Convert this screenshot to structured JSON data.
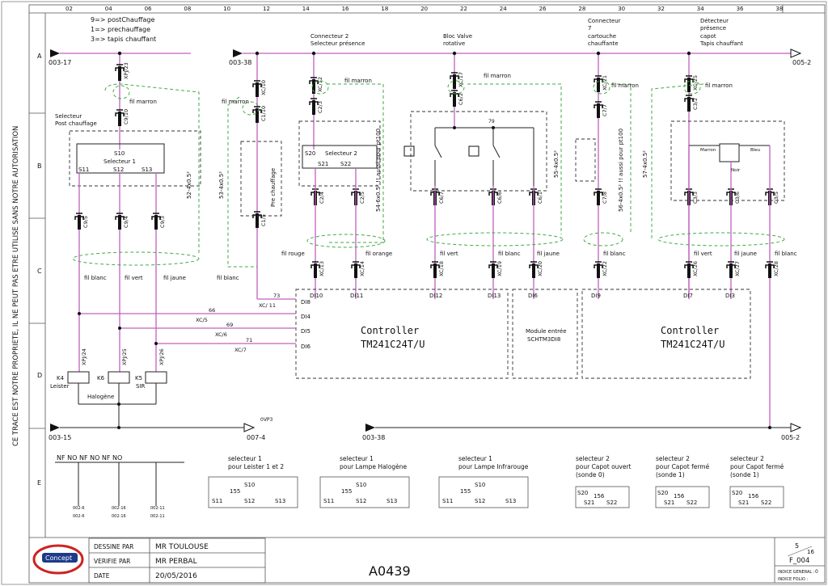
{
  "grid": {
    "cols": [
      "02",
      "04",
      "06",
      "08",
      "10",
      "12",
      "14",
      "16",
      "18",
      "20",
      "22",
      "24",
      "26",
      "28",
      "30",
      "32",
      "34",
      "36",
      "38"
    ],
    "rows": [
      "A",
      "B",
      "C",
      "D",
      "E"
    ]
  },
  "side_text": "CE TRACE EST NOTRE PROPRIETE, IL NE PEUT PAS ETRE UTILISE SANS NOTRE AUTORISATION",
  "legend": [
    "9=> postChauffage",
    "1=> prechauffage",
    "3=> tapis chauffant"
  ],
  "refs": {
    "a_left": "003-17",
    "a_mid": "003-38",
    "a_right": "005-2",
    "d_left": "003-15",
    "d_mid": "003-38",
    "d_0v": "007-4",
    "d_right": "005-2",
    "ovp": "0VP3"
  },
  "headers": {
    "connecteur2": "Connecteur 2",
    "selecteur_presence": "Selecteur présence",
    "bloc_valve": "Bloc Valve",
    "rotative": "rotative",
    "connecteur7": "Connecteur",
    "c7_num": "7",
    "cartouche": "cartouche",
    "chauffante": "chauffante",
    "detecteur": "Détecteur",
    "presence": "présence",
    "capot": "capot",
    "tapis": "Tapis chauffant",
    "selecteur_post": "Selecteur",
    "post_chauffage": "Post chauffage",
    "pre_chauffage": "Pre chauffage",
    "selecteur1": "Selecteur 1",
    "selecteur2": "Selecteur 2"
  },
  "wire_colors": {
    "marron": "fil marron",
    "blanc": "fil blanc",
    "vert": "fil vert",
    "jaune": "fil jaune",
    "rouge": "fil rouge",
    "orange": "fil orange",
    "bleu": "Bleu",
    "noir": "Noir",
    "marron2": "Marron"
  },
  "cables": {
    "c52": "52-4x0.5²",
    "c53": "53-4x0.5²",
    "c54": "54-6x0.5² !! aussi pour pt100",
    "c55": "55-4x0.5²",
    "c56": "56-4x0.5² !! aussi pour pt100",
    "c57": "57-4x0.5²"
  },
  "connectors_top": [
    "XPJ/23",
    "C9/10",
    "XC/10",
    "C1/10",
    "C1/5",
    "XC/12",
    "C2/3",
    "C2/4",
    "C2/5",
    "XC/17",
    "C6/2",
    "C6/7",
    "C6/6",
    "C6/1",
    "XC/21",
    "C7/7",
    "C7/8",
    "XC/25",
    "C3/2",
    "C3/3",
    "C3/6",
    "C3/5"
  ],
  "connectors_mid": [
    "C9/5",
    "C9/4",
    "C9/3",
    "XC/13",
    "XC/14",
    "XC/18",
    "XC/19",
    "XC/20",
    "XC/22",
    "XC/26",
    "XC/27",
    "XC/28"
  ],
  "selector_pins": {
    "s10": "S10",
    "s11": "S11",
    "s12": "S12",
    "s13": "S13",
    "s20": "S20",
    "s21": "S21",
    "s22": "S22"
  },
  "inputs": {
    "di8": "DI8",
    "di4": "DI4",
    "di5": "DI5",
    "di6": "DI6",
    "di10": "DI10",
    "di11": "DI11",
    "di12": "DI12",
    "di13": "DI13",
    "di16": "DI6",
    "di9": "DI9",
    "di7": "DI7",
    "di3": "DI3"
  },
  "xc_wires": {
    "xc11": "XC/ 11",
    "xc5": "XC/5",
    "xc6": "XC/6",
    "xc7": "XC/7",
    "n73": "73",
    "n66": "66",
    "n69": "69",
    "n71": "71"
  },
  "controller": {
    "name": "Controller",
    "model": "TM241C24T/U",
    "module": "Module entrée",
    "module_ref": "SCHTM3DI8"
  },
  "relays": {
    "k4": "K4",
    "k6": "K6",
    "k5": "K5",
    "leister": "Leister",
    "halogene": "Halogène",
    "sir": "SIR",
    "xpj24": "XPJ/24",
    "xpj25": "XPJ/25",
    "xpj26": "XPJ/26"
  },
  "contacts_row": "NF  NO NF  NO NF  NO",
  "contact_refs": [
    "002-6",
    "002-6",
    "002-16",
    "002-16",
    "002-11",
    "002-11"
  ],
  "selector_diagrams": [
    {
      "t1": "selecteur 1",
      "t2": "pour Leister 1 et 2"
    },
    {
      "t1": "selecteur 1",
      "t2": "pour Lampe Halogène"
    },
    {
      "t1": "selecteur 1",
      "t2": "pour Lampe Infrarouge"
    },
    {
      "t1": "selecteur 2",
      "t2": "pour Capot ouvert",
      "t3": "(sonde 0)"
    },
    {
      "t1": "selecteur 2",
      "t2": "pour Capot fermé",
      "t3": "(sonde 1)"
    },
    {
      "t1": "selecteur 2",
      "t2": "pour Capot fermé",
      "t3": "(sonde 1)"
    }
  ],
  "title_block": {
    "logo": "Concept",
    "dessine_label": "DESSINE PAR",
    "dessine": "MR TOULOUSE",
    "verifie_label": "VERIFIE PAR",
    "verifie": "MR PERBAL",
    "date_label": "DATE",
    "date": "20/05/2016",
    "doc": "A0439",
    "page": "5",
    "pages": "16",
    "folio": "F_004",
    "ind_gen_label": "INDICE GENERAL :",
    "ind_gen": "0",
    "ind_folio_label": "INDICE FOLIO :"
  }
}
